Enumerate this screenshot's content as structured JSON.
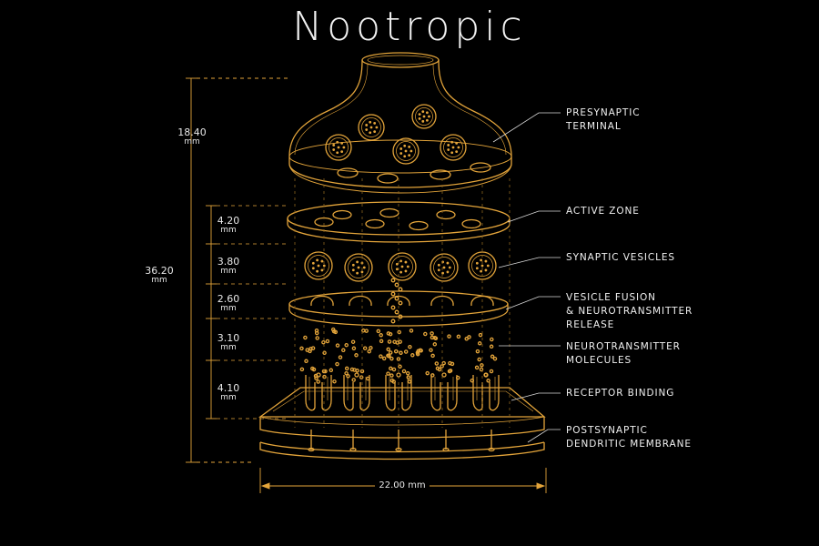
{
  "title": "Nootropic",
  "colors": {
    "background": "#000000",
    "line": "#e3a43a",
    "line_dim": "#8a6420",
    "text": "#f0f0f0"
  },
  "labels": {
    "presynaptic_terminal": [
      "PRESYNAPTIC",
      "TERMINAL"
    ],
    "active_zone": [
      "ACTIVE ZONE"
    ],
    "synaptic_vesicles": [
      "SYNAPTIC VESICLES"
    ],
    "vesicle_fusion": [
      "VESICLE FUSION",
      "& NEUROTRANSMITTER",
      "RELEASE"
    ],
    "neurotransmitter_molecules": [
      "NEUROTRANSMITTER",
      "MOLECULES"
    ],
    "receptor_binding": [
      "RECEPTOR BINDING"
    ],
    "postsynaptic_membrane": [
      "POSTSYNAPTIC",
      "DENDRITIC MEMBRANE"
    ]
  },
  "dimensions": {
    "top_height": {
      "value": "18.40",
      "unit": "mm"
    },
    "total_height": {
      "value": "36.20",
      "unit": "mm"
    },
    "active_zone_height": {
      "value": "4.20",
      "unit": "mm"
    },
    "vesicles_height": {
      "value": "3.80",
      "unit": "mm"
    },
    "fusion_height": {
      "value": "2.60",
      "unit": "mm"
    },
    "molecules_height": {
      "value": "3.10",
      "unit": "mm"
    },
    "receptor_height": {
      "value": "4.10",
      "unit": "mm"
    },
    "width": "22.00 mm"
  }
}
